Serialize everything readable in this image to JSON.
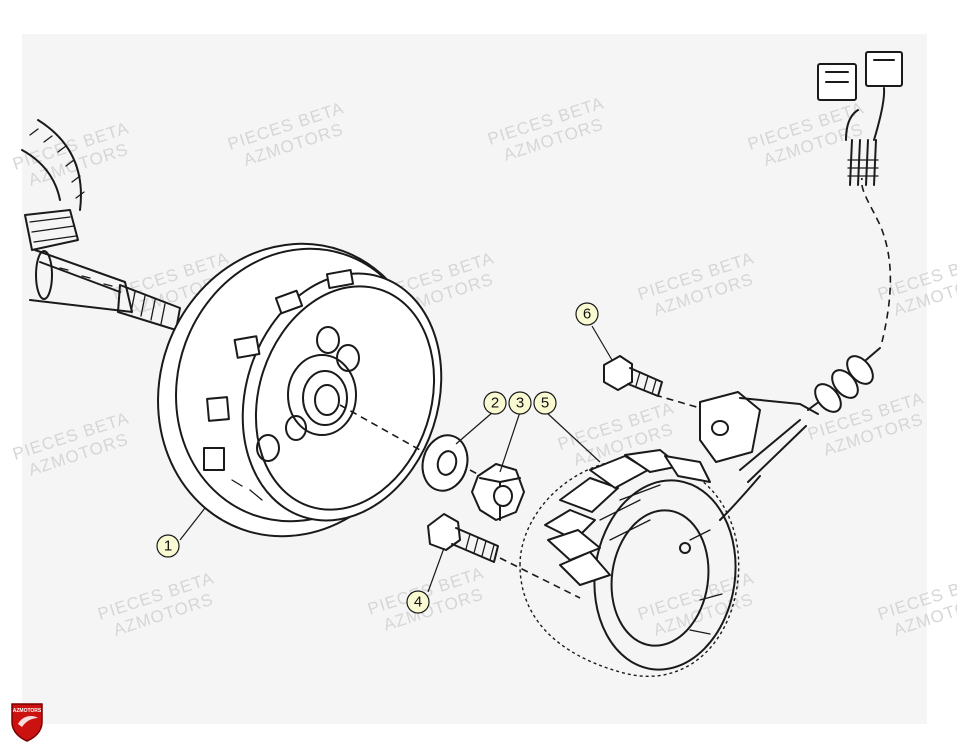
{
  "watermark": {
    "line1": "PIECES BETA",
    "line2": "AZMOTORS"
  },
  "callouts": [
    {
      "label": "1"
    },
    {
      "label": "2"
    },
    {
      "label": "3"
    },
    {
      "label": "4"
    },
    {
      "label": "5"
    },
    {
      "label": "6"
    }
  ],
  "brand": {
    "badge_text": "AZMOTORS",
    "badge_color": "#cc1111"
  }
}
